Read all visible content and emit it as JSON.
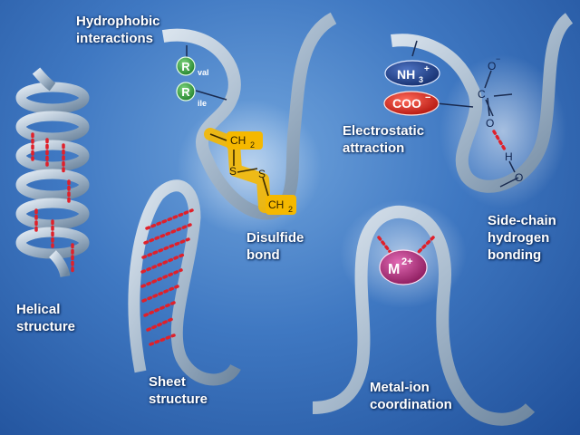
{
  "labels": {
    "hydrophobic": [
      "Hydrophobic",
      "interactions"
    ],
    "electrostatic": [
      "Electrostatic",
      "attraction"
    ],
    "disulfide": [
      "Disulfide",
      "bond"
    ],
    "sidechain": [
      "Side-chain",
      "hydrogen",
      "bonding"
    ],
    "helical": [
      "Helical",
      "structure"
    ],
    "sheet": [
      "Sheet",
      "structure"
    ],
    "metal": [
      "Metal-ion",
      "coordination"
    ]
  },
  "hydrophobic_groups": [
    {
      "letter": "R",
      "subscript": "val"
    },
    {
      "letter": "R",
      "subscript": "ile"
    }
  ],
  "disulfide_atoms": {
    "ch2_top": "CH",
    "ch2_bottom": "CH",
    "two": "2",
    "s1": "S",
    "s2": "S"
  },
  "electrostatic_groups": {
    "amine": "NH",
    "amine_sub": "3",
    "amine_sup": "+",
    "carboxylate": "COO",
    "carboxylate_sup": "−"
  },
  "hbond_atoms": {
    "o_minus": "O",
    "o_minus_sup": "−",
    "c": "C",
    "o": "O",
    "h": "H",
    "o_bottom": "O"
  },
  "metal_ion": {
    "symbol": "M",
    "sup": "2+"
  },
  "colors": {
    "ribbon": "#a9bccf",
    "hbond": "#e0202a",
    "hydrophobic_badge": "#2e9e3a",
    "amine_badge": "#1f3f86",
    "carboxylate_badge": "#e2231a",
    "metal_badge": "#b8307e",
    "disulfide_highlight": "#f5b800"
  }
}
